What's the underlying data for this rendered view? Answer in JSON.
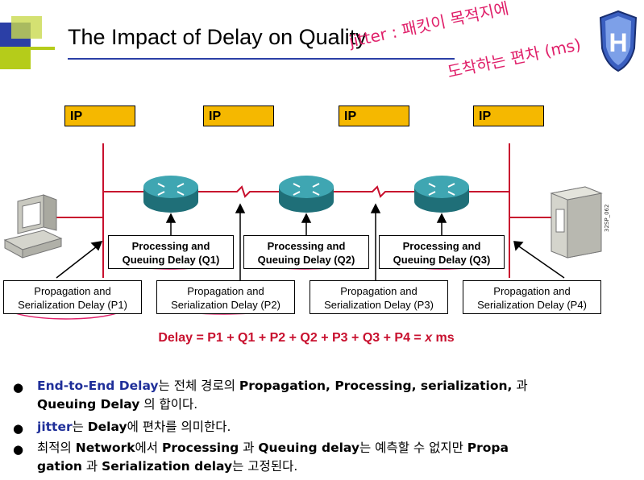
{
  "title": "The Impact of Delay on Quality",
  "ip_label": "IP",
  "queuing_boxes": [
    {
      "line1": "Processing and",
      "line2": "Queuing Delay (Q1)"
    },
    {
      "line1": "Processing and",
      "line2": "Queuing Delay (Q2)"
    },
    {
      "line1": "Processing and",
      "line2": "Queuing Delay (Q3)"
    }
  ],
  "propagation_boxes": [
    {
      "line1": "Propagation and",
      "line2": "Serialization Delay (P1)"
    },
    {
      "line1": "Propagation and",
      "line2": "Serialization Delay (P2)"
    },
    {
      "line1": "Propagation and",
      "line2": "Serialization Delay (P3)"
    },
    {
      "line1": "Propagation and",
      "line2": "Serialization Delay (P4)"
    }
  ],
  "formula": {
    "main": "Delay = P1 + Q1 + P2 + Q2 + P3 + Q3 + P4 = ",
    "var": "x",
    "unit": " ms"
  },
  "figure_code": "32SP_062",
  "handwriting": {
    "line1": "jitter : 패킷이 목적지에",
    "line2": "도착하는 편차 (ms)"
  },
  "bullets": [
    {
      "b1": "End-to-End Delay",
      "t1": "는 전체 경로의 ",
      "b2": "Propagation, Processing, serialization,",
      "t2": " 과",
      "b3": "Queuing Delay",
      "t3": " 의 합이다."
    },
    {
      "b1": "jitter",
      "t1": "는 ",
      "b2": "Delay",
      "t2": "에 편차를 의미한다."
    },
    {
      "t0": "최적의 ",
      "b1": "Network",
      "t1": "에서 ",
      "b2": "Processing",
      "t2": " 과 ",
      "b3": "Queuing delay",
      "t3": "는 예측할 수 없지만 ",
      "b4": "Propa",
      "b5": "gation",
      "t4": " 과 ",
      "b6": "Serialization delay",
      "t5": "는 고정된다."
    }
  ],
  "colors": {
    "accent_green": "#b5cc1a",
    "accent_blue": "#2b3fa6",
    "link_red": "#c8102e",
    "router_teal": "#2a8f99",
    "ip_yellow": "#f5b800",
    "annotation_pink": "#e0206a"
  }
}
